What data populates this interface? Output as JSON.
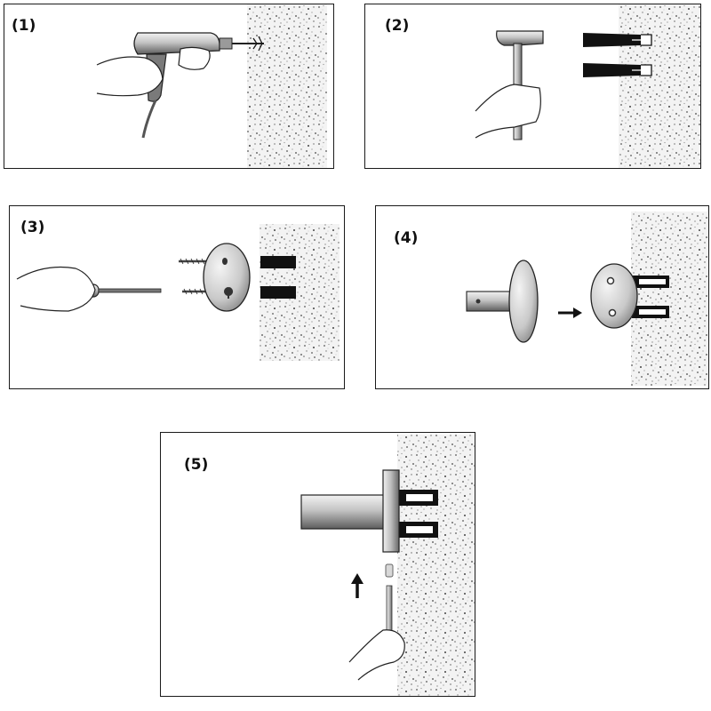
{
  "steps": [
    {
      "label": "(1)",
      "action": "drill"
    },
    {
      "label": "(2)",
      "action": "hammer"
    },
    {
      "label": "(3)",
      "action": "screwdriver"
    },
    {
      "label": "(4)",
      "action": "mount"
    },
    {
      "label": "(5)",
      "action": "hex-key"
    }
  ],
  "icons": {
    "drill": "drill-icon",
    "hammer": "hammer-icon",
    "screwdriver": "screwdriver-icon",
    "hex_key": "hex-key-icon",
    "arrow_right": "arrow-right-icon",
    "arrow_up": "arrow-up-icon"
  },
  "colors": {
    "ink": "#111111",
    "wall_bg": "#f4f4f4",
    "metal_light": "#dcdcdc",
    "metal_dark": "#6e6e6e",
    "anchor": "#111111"
  }
}
